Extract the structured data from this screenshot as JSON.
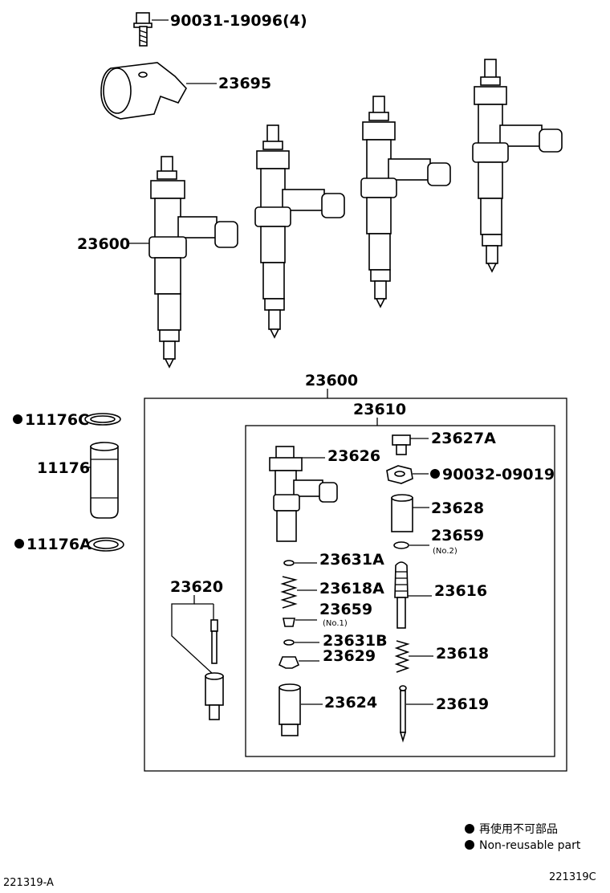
{
  "parts": {
    "bolt": "90031-19096(4)",
    "clamp": "23695",
    "injector": "23600",
    "injector_assy": "23600",
    "holder_assy": "23610",
    "o_ring_c": "11176C",
    "sleeve": "11176",
    "o_ring_a": "11176A",
    "nozzle_set": "23620",
    "body": "23626",
    "retaining_nut": "23627A",
    "gasket_nut": "90032-09019",
    "spacer": "23628",
    "shim_2": "23659",
    "shim_2_note": "(No.2)",
    "shim_a": "23631A",
    "spring_a": "23618A",
    "shim_1": "23659",
    "shim_1_note": "(No.1)",
    "shim_b": "23631B",
    "seat": "23629",
    "pin": "23616",
    "spring": "23618",
    "nozzle_nut": "23624",
    "rod": "23619"
  },
  "legend": {
    "jp": "再使用不可部品",
    "en": "Non-reusable part"
  },
  "footer": {
    "left": "221319-A",
    "right": "221319C"
  }
}
